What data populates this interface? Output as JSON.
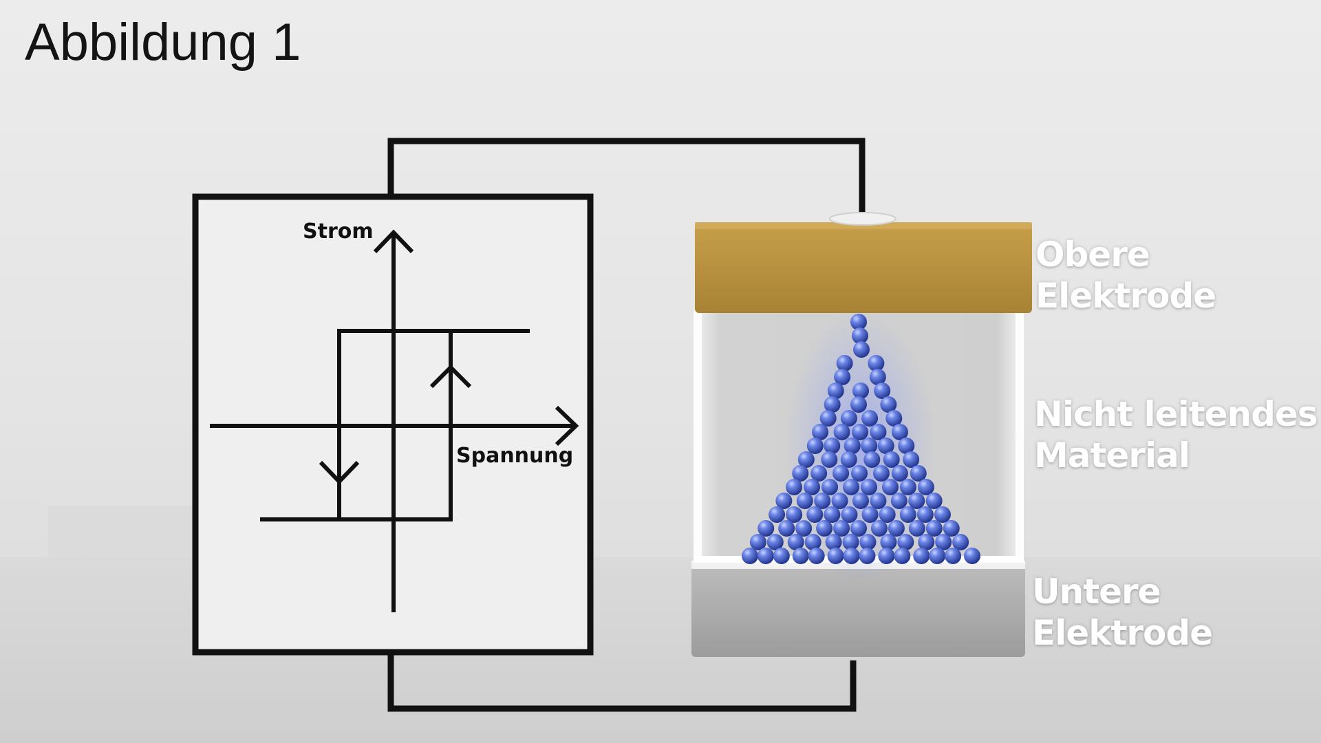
{
  "figure": {
    "title": "Abbildung 1"
  },
  "graph": {
    "y_axis_label": "Strom",
    "x_axis_label": "Spannung",
    "curve": "hysteresis-loop"
  },
  "device": {
    "top_electrode": {
      "line1": "Obere",
      "line2": "Elektrode"
    },
    "insulator": {
      "line1": "Nicht leitendes",
      "line2": "Material"
    },
    "bottom_electrode": {
      "line1": "Untere",
      "line2": "Elektrode"
    },
    "filament": "blue-sphere-filament"
  },
  "colors": {
    "top_electrode": "#b8923f",
    "bottom_electrode": "#a9a9a9",
    "insulator": "#d4d4d4",
    "filament": "#3d5cc8",
    "wire": "#111111",
    "label": "#ffffff"
  }
}
